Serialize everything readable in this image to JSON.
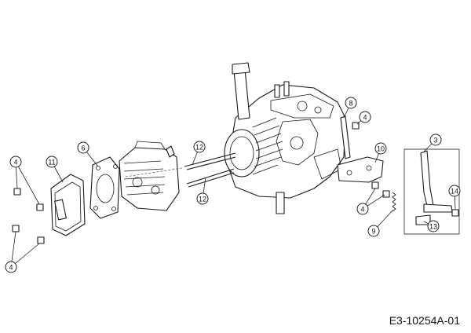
{
  "drawing_code": "E3-10254A-01",
  "callouts": [
    {
      "id": "c4a",
      "label": "4"
    },
    {
      "id": "c11",
      "label": "11"
    },
    {
      "id": "c6",
      "label": "6"
    },
    {
      "id": "c12a",
      "label": "12"
    },
    {
      "id": "c12b",
      "label": "12"
    },
    {
      "id": "c8",
      "label": "8"
    },
    {
      "id": "c4b",
      "label": "4"
    },
    {
      "id": "c10",
      "label": "10"
    },
    {
      "id": "c3",
      "label": "3"
    },
    {
      "id": "c14",
      "label": "14"
    },
    {
      "id": "c4c",
      "label": "4"
    },
    {
      "id": "c9",
      "label": "9"
    },
    {
      "id": "c13",
      "label": "13"
    },
    {
      "id": "c4d",
      "label": "4"
    }
  ]
}
